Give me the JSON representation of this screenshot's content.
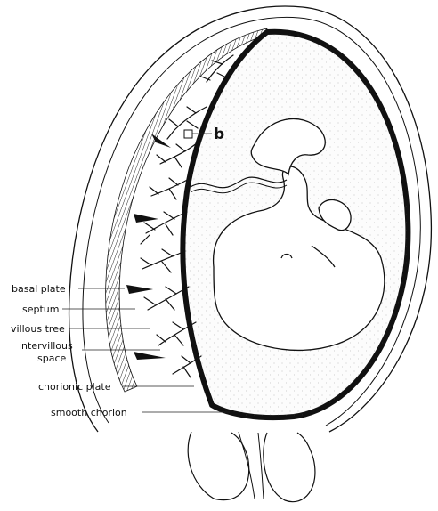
{
  "diagram": {
    "detail_marker": "b",
    "labels": {
      "basal_plate": "basal plate",
      "septum": "septum",
      "villous_tree": "villous tree",
      "intervillous_line1": "intervillous",
      "intervillous_line2": "space",
      "chorionic_plate": "chorionic plate",
      "smooth_chorion": "smooth chorion"
    }
  },
  "colors": {
    "ink": "#111111",
    "paper": "#ffffff"
  }
}
